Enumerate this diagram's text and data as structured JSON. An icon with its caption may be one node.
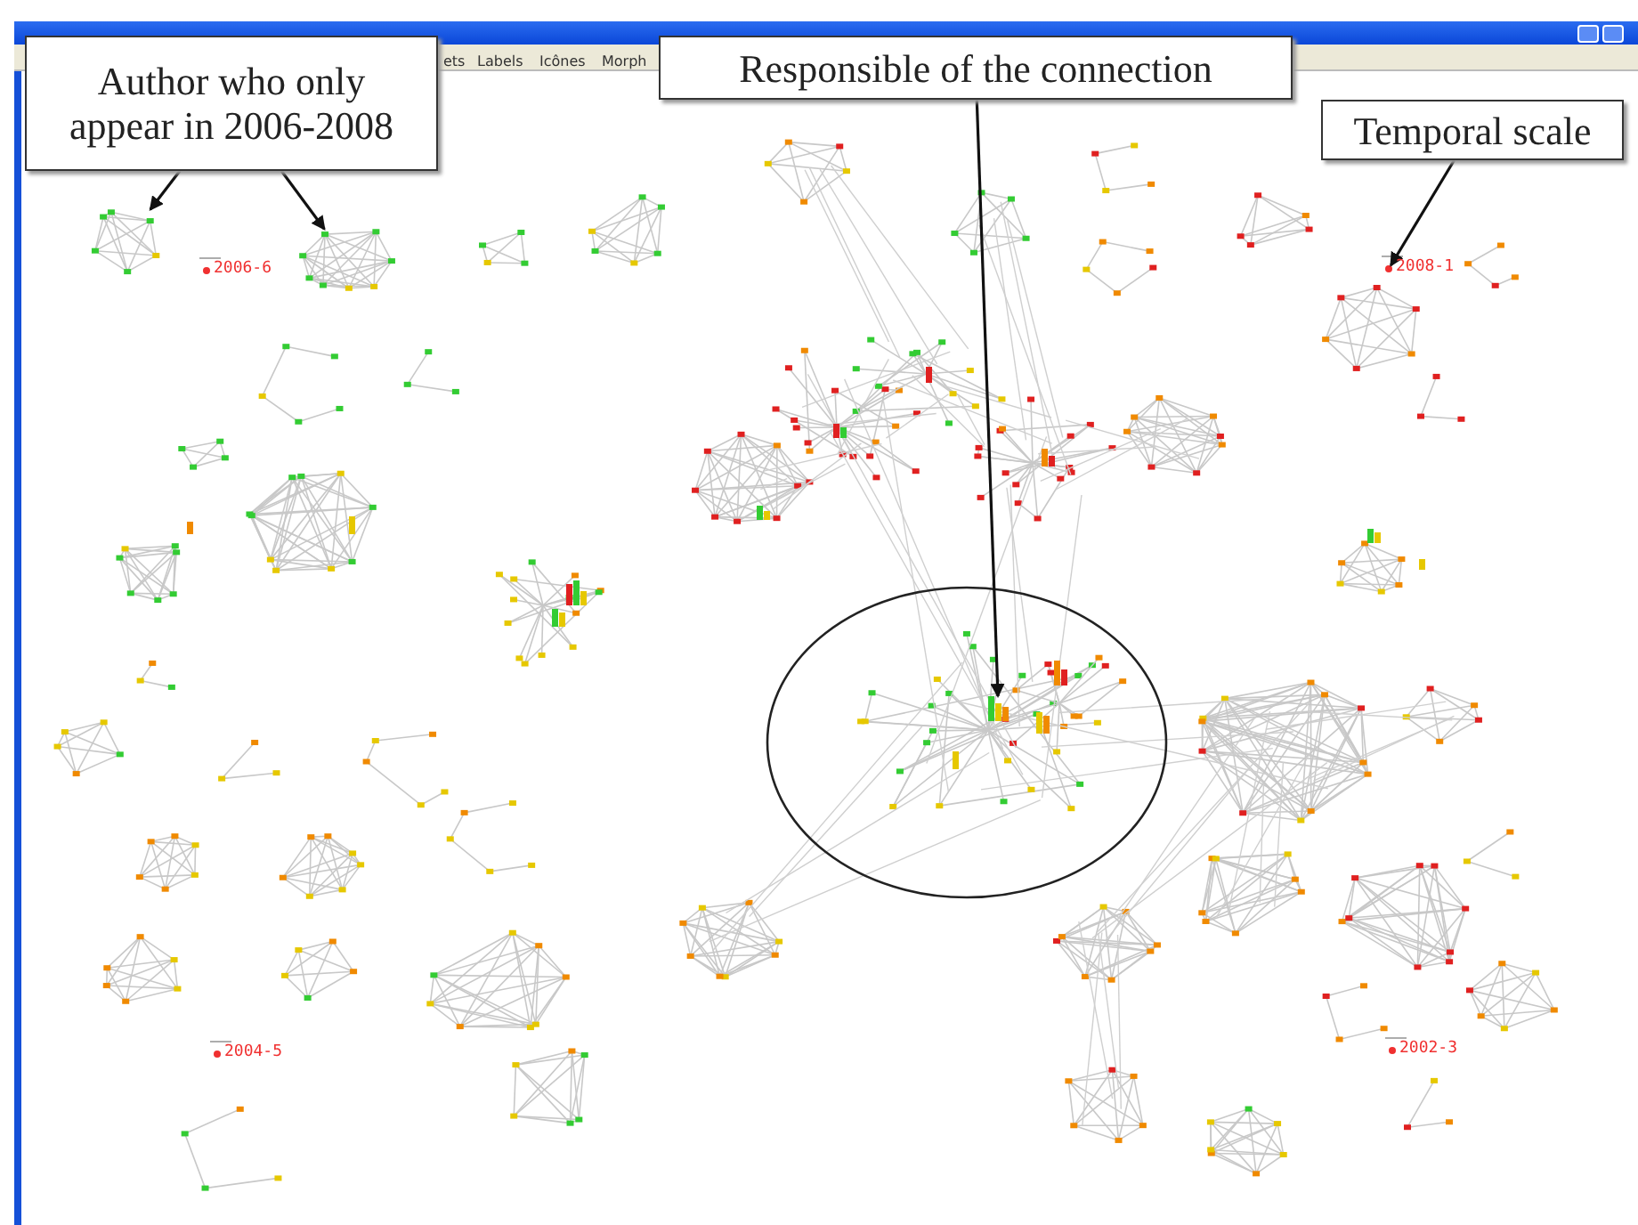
{
  "diagram": {
    "nodes": [
      {
        "text": [
          "Author who only appear in 2006-2008"
        ]
      },
      {
        "text": [
          "Responsible of the connection"
        ]
      },
      {
        "text": [
          "Temporal scale"
        ]
      },
      {
        "text": [],
        "shape": "picture"
      },
      {
        "text": [],
        "shape": "picture"
      },
      {
        "text": [],
        "shape": "picture"
      },
      {
        "text": [],
        "shape": "circle"
      }
    ],
    "edges": [
      {
        "from": 0,
        "to": 3,
        "arrow": "to"
      },
      {
        "from": 0,
        "to": 4,
        "arrow": "to"
      },
      {
        "from": 1,
        "to": 5,
        "arrow": "to"
      },
      {
        "from": 2,
        "to": 6,
        "arrow": "to"
      }
    ],
    "labels": [
      "ets",
      "Labels",
      "Icônes",
      "Morph",
      "2006-6",
      "2008-1",
      "2004-5",
      "2002-3"
    ]
  }
}
